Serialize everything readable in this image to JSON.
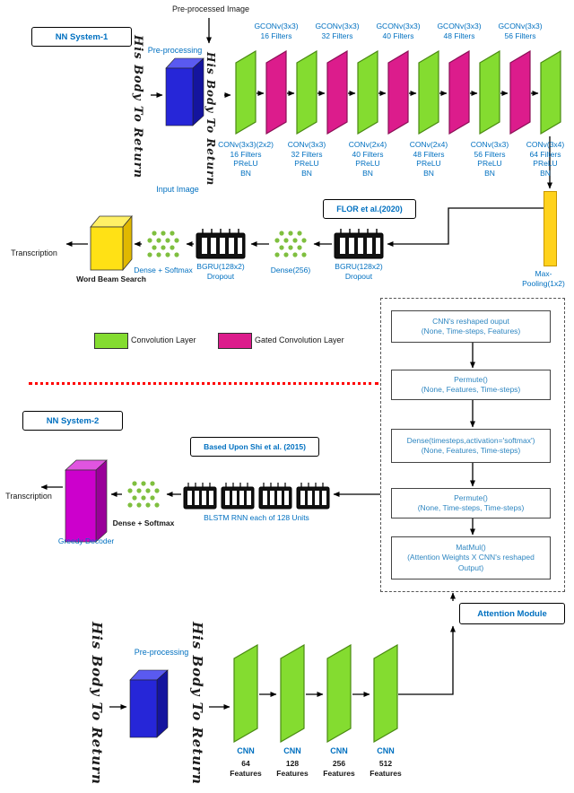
{
  "colors": {
    "conv_green": "#84DC30",
    "gated_magenta": "#DC1C8C",
    "input_box_blue": "#2626D8",
    "maxpool_yellow": "#FFD21C",
    "word_beam_yellow": "#FFE115",
    "greedy_magenta": "#CC00CC",
    "label_blue": "#0070C0",
    "attention_text_blue": "#2E86C1",
    "divider_red": "#FF0000",
    "dense_dots_green": "#7FBF3F"
  },
  "nn_system1": {
    "label": "NN System-1",
    "preprocessed_image": "Pre-processed Image",
    "preprocessing": "Pre-processing",
    "input_image": "Input Image",
    "handwriting": "His Body To Return",
    "gconv_labels": [
      "GCONv(3x3)\n16 Filters",
      "GCONv(3x3)\n32 Filters",
      "GCONv(3x3)\n40 Filters",
      "GCONv(3x3)\n48 Filters",
      "GCONv(3x3)\n56 Filters"
    ],
    "conv_labels": [
      "CONv(3x3)(2x2)\n16 Filters\nPReLU\nBN",
      "CONv(3x3)\n32 Filters\nPReLU\nBN",
      "CONv(2x4)\n40 Filters\nPReLU\nBN",
      "CONv(2x4)\n48 Filters\nPReLU\nBN",
      "CONv(3x3)\n56 Filters\nPReLU\nBN",
      "CONv(3x4)\n64 Filters\nPReLU\nBN"
    ],
    "flor": "FLOR et al.(2020)",
    "maxpool": "Max-\nPooling(1x2)",
    "bgru1": "BGRU(128x2)\nDropout",
    "dense256": "Dense(256)",
    "bgru2": "BGRU(128x2)\nDropout",
    "dense_softmax": "Dense + Softmax",
    "word_beam": "Word Beam Search",
    "transcription": "Transcription",
    "legend": {
      "conv": "Convolution Layer",
      "gated": "Gated Convolution Layer"
    }
  },
  "nn_system2": {
    "label": "NN System-2",
    "based_upon": "Based Upon Shi et al. (2015)",
    "blstm": "BLSTM RNN each of 128 Units",
    "dense_softmax": "Dense + Softmax",
    "greedy": "Greedy Decoder",
    "transcription": "Transcription",
    "handwriting": "His Body To Return",
    "preprocessing": "Pre-processing"
  },
  "attention": {
    "label": "Attention Module",
    "boxes": [
      "CNN's reshaped ouput\n(None, Time-steps, Features)",
      "Permute()\n(None, Features, Time-steps)",
      "Dense(timesteps,activation='softmax')\n(None, Features, Time-steps)",
      "Permute()\n(None, Time-steps, Time-steps)",
      "MatMul()\n(Attention Weights X CNN's reshaped\nOutput)"
    ]
  },
  "bottom": {
    "cnn_label": "CNN",
    "features": [
      "64\nFeatures",
      "128\nFeatures",
      "256\nFeatures",
      "512\nFeatures"
    ]
  }
}
